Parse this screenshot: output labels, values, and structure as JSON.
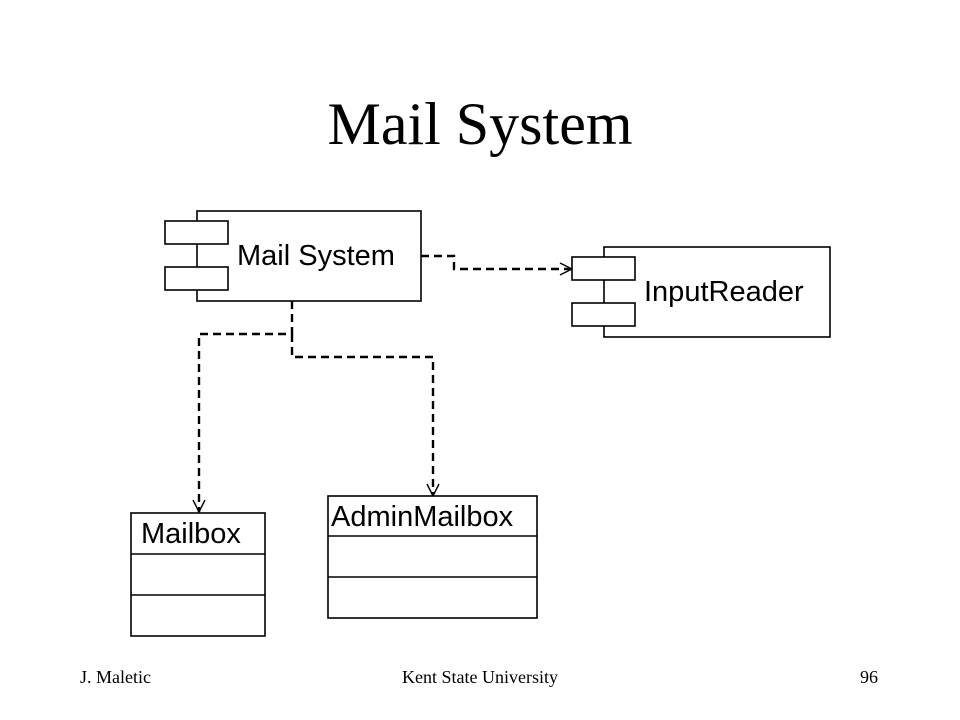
{
  "slide": {
    "title": "Mail System",
    "footer_author": "J. Maletic",
    "footer_institution": "Kent State University",
    "footer_page": "96"
  },
  "diagram": {
    "components": [
      {
        "id": "mail-system",
        "label": "Mail System",
        "kind": "component"
      },
      {
        "id": "input-reader",
        "label": "InputReader",
        "kind": "component"
      }
    ],
    "classes": [
      {
        "id": "mailbox",
        "label": "Mailbox",
        "kind": "class"
      },
      {
        "id": "admin-mailbox",
        "label": "AdminMailbox",
        "kind": "class"
      }
    ],
    "dependencies": [
      {
        "from": "Mail System",
        "to": "InputReader",
        "style": "dashed"
      },
      {
        "from": "Mail System",
        "to": "Mailbox",
        "style": "dashed"
      },
      {
        "from": "Mail System",
        "to": "AdminMailbox",
        "style": "dashed"
      }
    ]
  }
}
